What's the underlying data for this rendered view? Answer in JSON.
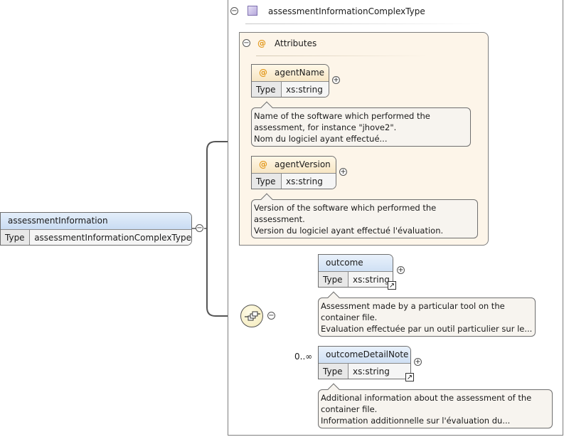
{
  "root": {
    "name": "assessmentInformation",
    "type_label": "Type",
    "type_value": "assessmentInformationComplexType"
  },
  "complex_type": {
    "name": "assessmentInformationComplexType"
  },
  "attributes_group": {
    "title": "Attributes",
    "at_glyph": "@",
    "items": [
      {
        "name": "agentName",
        "type_label": "Type",
        "type_value": "xs:string",
        "doc": [
          "Name of the software which performed the",
          "assessment, for instance \"jhove2\".",
          "Nom du logiciel ayant effectué..."
        ]
      },
      {
        "name": "agentVersion",
        "type_label": "Type",
        "type_value": "xs:string",
        "doc": [
          "Version of the software which performed the",
          "assessment.",
          "Version du logiciel ayant effectué l'évaluation."
        ]
      }
    ]
  },
  "sequence": {
    "elements": [
      {
        "name": "outcome",
        "type_label": "Type",
        "type_value": "xs:string",
        "cardinality": "",
        "doc": [
          "Assessment made by a particular tool on the",
          "container file.",
          "Evaluation effectuée par un outil particulier sur le..."
        ]
      },
      {
        "name": "outcomeDetailNote",
        "type_label": "Type",
        "type_value": "xs:string",
        "cardinality": "0..∞",
        "doc": [
          "Additional information about the assessment of the",
          "container file.",
          "Information additionnelle sur l'évaluation du..."
        ]
      }
    ]
  },
  "glyphs": {
    "collapse": "−",
    "expand": "+",
    "ref_arrow": "↗"
  },
  "icons": [
    "collapse-icon",
    "expand-icon",
    "complex-type-icon",
    "attribute-icon",
    "sequence-compositor-icon",
    "reference-arrow-icon"
  ],
  "colors": {
    "element_header": "#cfe0f4",
    "attribute_fill": "#fdf5e9",
    "attribute_glyph": "#e39a1f",
    "connector": "#555555"
  }
}
